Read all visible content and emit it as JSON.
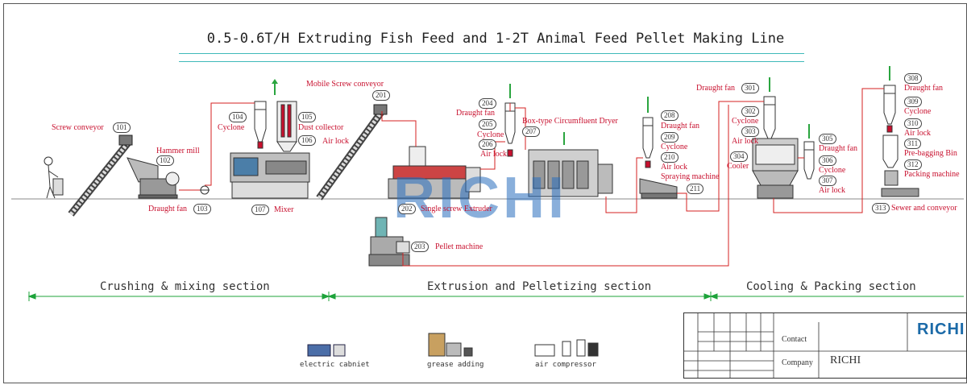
{
  "title": "0.5-0.6T/H Extruding Fish Feed and 1-2T Animal Feed Pellet Making Line",
  "watermark": "RICHI",
  "colors": {
    "label": "#c8102e",
    "pipe": "#d62020",
    "section_line": "#1da33a",
    "title_underline": "#3fb9b9",
    "logo_blue": "#1b6aa8",
    "logo_green": "#2aa53f"
  },
  "equipment": [
    {
      "num": "101",
      "label": "Screw conveyor"
    },
    {
      "num": "102",
      "label": "Hammer mill"
    },
    {
      "num": "103",
      "label": "Draught fan"
    },
    {
      "num": "104",
      "label": "Cyclone"
    },
    {
      "num": "105",
      "label": "Dust collector"
    },
    {
      "num": "106",
      "label": "Air lock"
    },
    {
      "num": "107",
      "label": "Mixer"
    },
    {
      "num": "201",
      "label": "Mobile Screw conveyor"
    },
    {
      "num": "202",
      "label": "Single screw Extruder"
    },
    {
      "num": "203",
      "label": "Pellet machine"
    },
    {
      "num": "204",
      "label": "Draught fan"
    },
    {
      "num": "205",
      "label": "Cyclone"
    },
    {
      "num": "206",
      "label": "Air lock"
    },
    {
      "num": "207",
      "label": "Box-type Circumfluent Dryer"
    },
    {
      "num": "208",
      "label": "Draught fan"
    },
    {
      "num": "209",
      "label": "Cyclone"
    },
    {
      "num": "210",
      "label": "Air lock"
    },
    {
      "num": "211",
      "label": "Spraying machine"
    },
    {
      "num": "301",
      "label": "Draught fan"
    },
    {
      "num": "302",
      "label": "Cyclone"
    },
    {
      "num": "303",
      "label": "Air lock"
    },
    {
      "num": "304",
      "label": "Cooler"
    },
    {
      "num": "305",
      "label": "Draught fan"
    },
    {
      "num": "306",
      "label": "Cyclone"
    },
    {
      "num": "307",
      "label": "Air lock"
    },
    {
      "num": "308",
      "label": "Draught fan"
    },
    {
      "num": "309",
      "label": "Cyclone"
    },
    {
      "num": "310",
      "label": "Air lock"
    },
    {
      "num": "311",
      "label": "Pre-bagging Bin"
    },
    {
      "num": "312",
      "label": "Packing machine"
    },
    {
      "num": "313",
      "label": "Sewer and conveyor"
    }
  ],
  "sections": [
    "Crushing & mixing section",
    "Extrusion and Pelletizing section",
    "Cooling & Packing section"
  ],
  "accessories": [
    "electric cabniet",
    "grease adding",
    "air compressor"
  ],
  "title_block": {
    "contact_label": "Contact",
    "company_label": "Company",
    "company_value": "RICHI",
    "logo": "RICHI"
  }
}
